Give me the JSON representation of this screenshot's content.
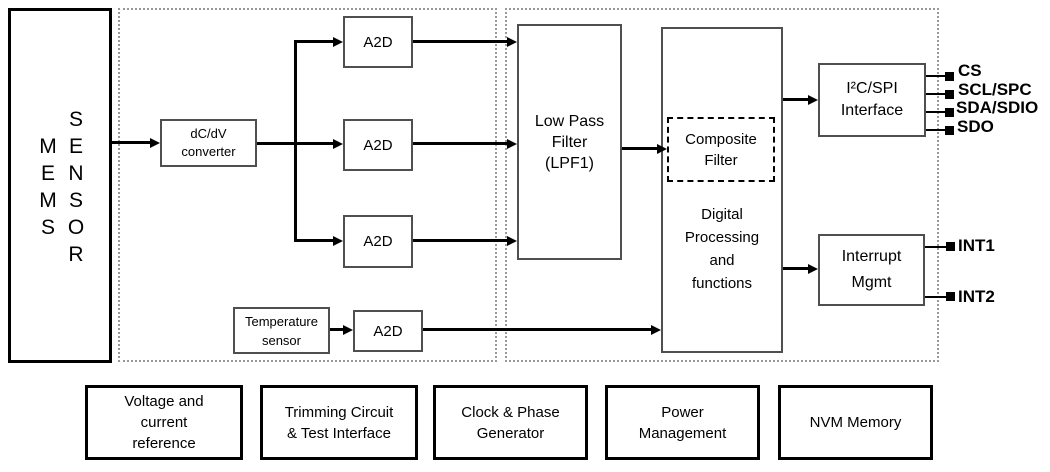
{
  "colors": {
    "background": "#ffffff",
    "line": "#000000",
    "inner_box_border": "#4f4f4f",
    "outer_box_border": "#000000",
    "region_dotted_border": "#999999"
  },
  "mems_block": {
    "left_word": "MEMS",
    "right_word": "SENSOR"
  },
  "blocks": {
    "dcdv_converter": "dC/dV\nconverter",
    "a2d": "A2D",
    "temperature_sensor": "Temperature\nsensor",
    "low_pass_filter": "Low Pass\nFilter\n(LPF1)",
    "composite_filter": "Composite\nFilter",
    "digital_processing": "Digital\nProcessing\nand\nfunctions",
    "i2c_spi_interface": "I²C/SPI\nInterface",
    "interrupt_mgmt": "Interrupt\nMgmt"
  },
  "pins": {
    "cs": "CS",
    "scl_spc": "SCL/SPC",
    "sda_sdio": "SDA/SDIO",
    "sdo": "SDO",
    "int1": "INT1",
    "int2": "INT2"
  },
  "bottom_blocks": {
    "voltage_reference": "Voltage and\ncurrent\nreference",
    "trimming": "Trimming Circuit\n& Test Interface",
    "clock_phase": "Clock & Phase\nGenerator",
    "power_management": "Power\nManagement",
    "nvm_memory": "NVM Memory"
  }
}
